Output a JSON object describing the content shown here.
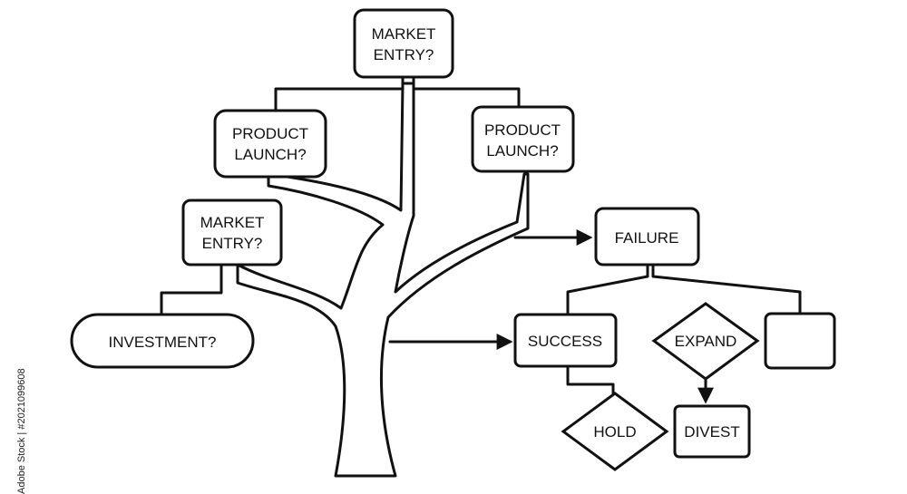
{
  "nodes": {
    "market_entry_top": [
      "MARKET",
      "ENTRY?"
    ],
    "product_launch_left": [
      "PRODUCT",
      "LAUNCH?"
    ],
    "product_launch_right": [
      "PRODUCT",
      "LAUNCH?"
    ],
    "market_entry_left": [
      "MARKET",
      "ENTRY?"
    ],
    "investment": "INVESTMENT?",
    "failure": "FAILURE",
    "success": "SUCCESS",
    "expand": "EXPAND",
    "hold": "HOLD",
    "divest": "DIVEST",
    "empty_box": ""
  },
  "watermark": {
    "side_text": "Adobe Stock | #2021099608"
  }
}
